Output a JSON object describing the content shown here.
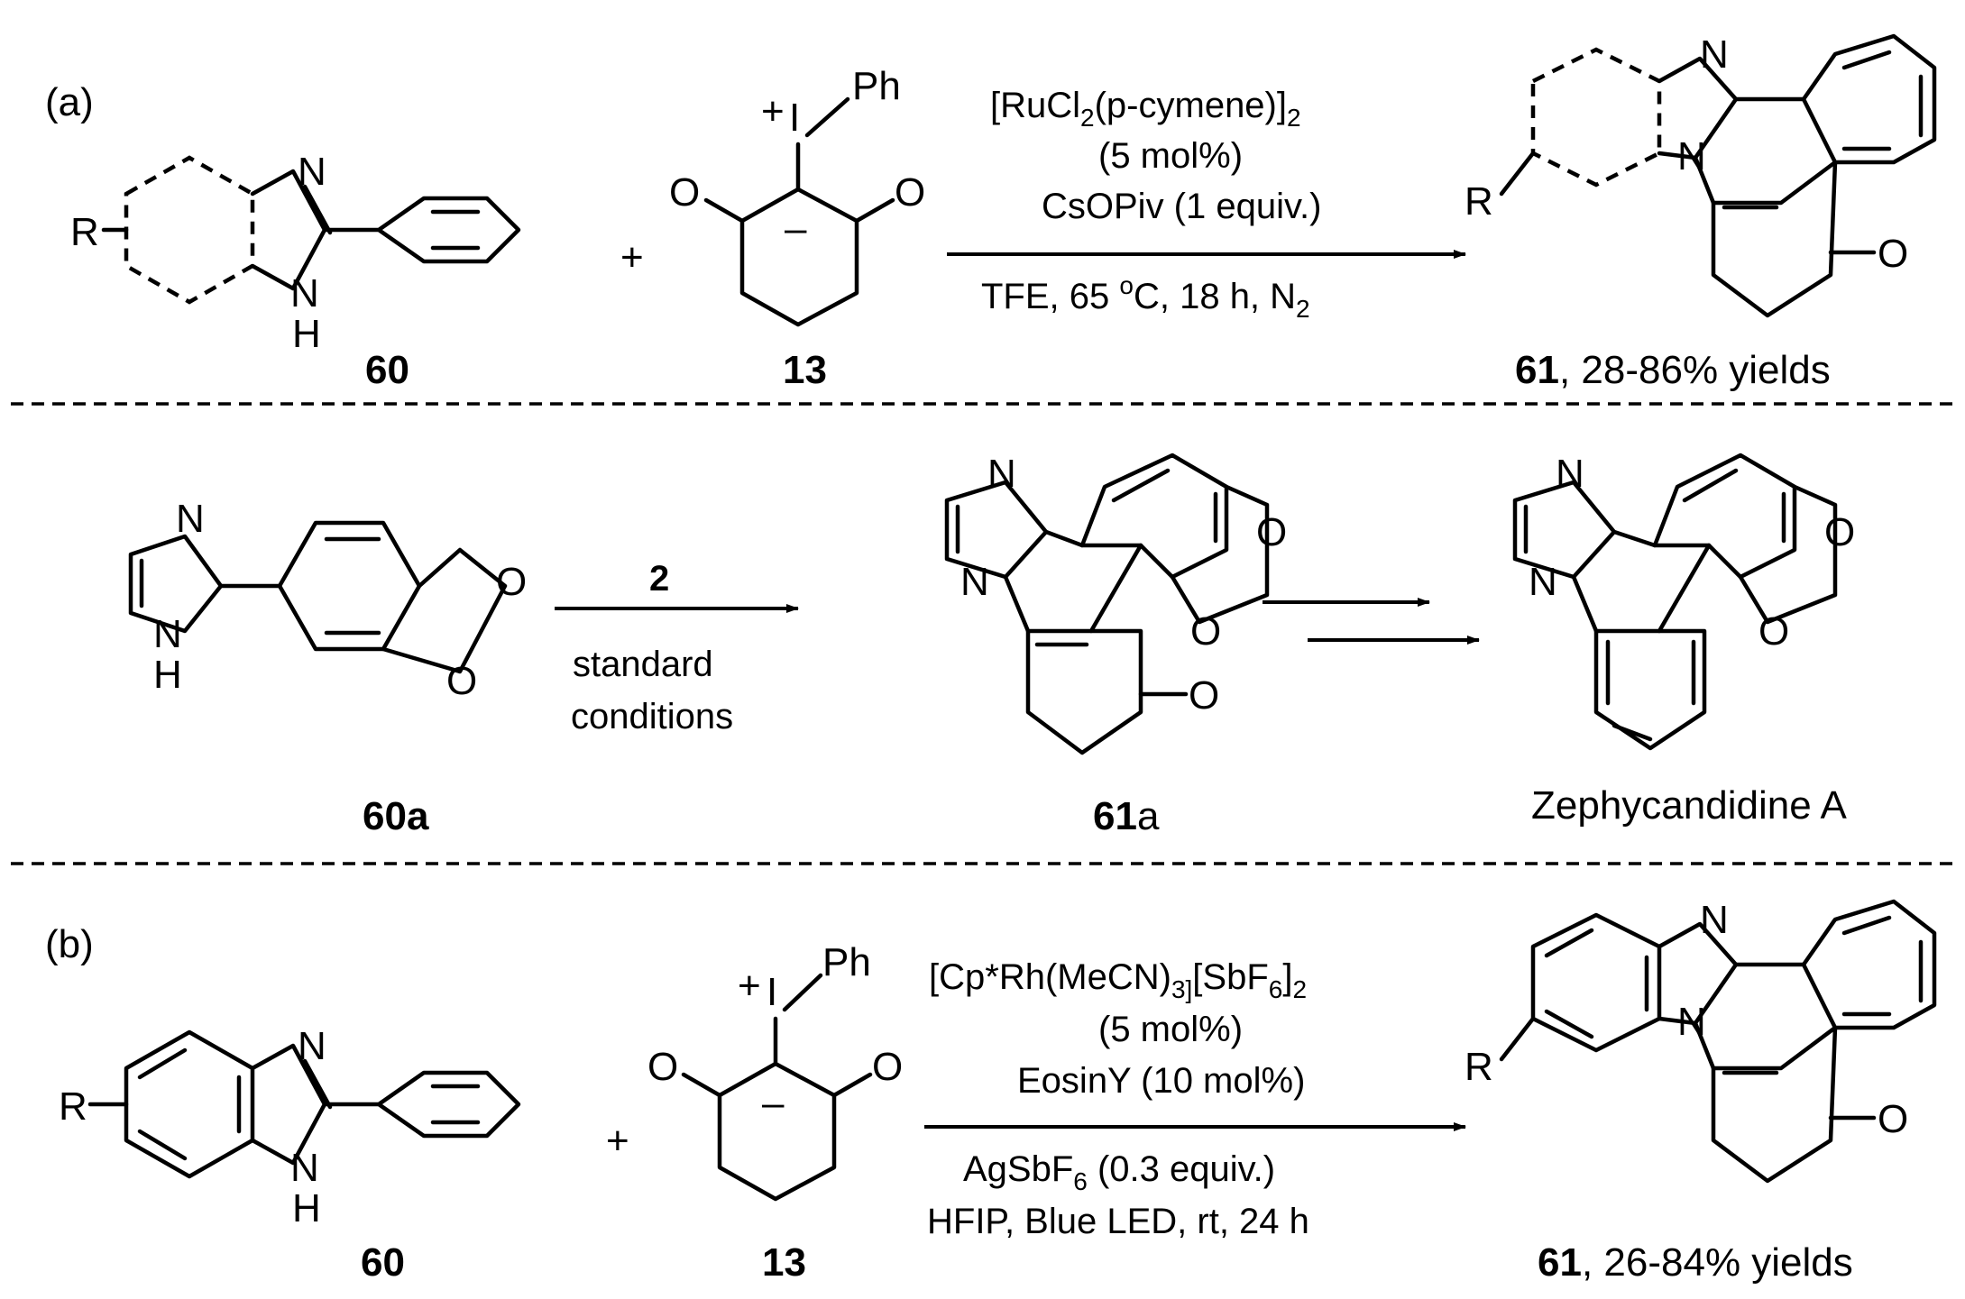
{
  "section_a": {
    "tag": "(a)",
    "reactant1_label": "60",
    "reactant2_label": "13",
    "plus": "+",
    "conditions": {
      "catalyst": "[RuCl",
      "catalyst_sub": "2",
      "catalyst_tail": "(p-cymene)]",
      "catalyst_tail_sub": "2",
      "loading": "(5 mol%)",
      "additive": "CsOPiv (1 equiv.)",
      "solvent": "TFE, 65 ",
      "temp_sup": "o",
      "solvent_tail": "C, 18 h, N",
      "solvent_tail_sub": "2"
    },
    "product_label": "61",
    "product_yield": ", 28-86% yields"
  },
  "section_mid": {
    "substrate_label": "60a",
    "reagent": "2",
    "conditions_line1": "standard",
    "conditions_line2": "conditions",
    "intermediate_label": "61",
    "intermediate_suffix": "a",
    "product_label": "Zephycandidine A"
  },
  "section_b": {
    "tag": "(b)",
    "reactant1_label": "60",
    "reactant2_label": "13",
    "plus": "+",
    "conditions": {
      "catalyst": "[Cp*Rh(MeCN)",
      "catalyst_sub": "3]",
      "catalyst_tail": "[SbF",
      "catalyst_tail_sub": "6",
      "catalyst_end": "]",
      "catalyst_end_sub": "2",
      "loading": "(5 mol%)",
      "photocat": "EosinY (10 mol%)",
      "additive": "AgSbF",
      "additive_sub": "6",
      "additive_tail": " (0.3 equiv.)",
      "solvent": "HFIP, Blue LED, rt, 24 h"
    },
    "product_label": "61",
    "product_yield": ", 26-84% yields"
  },
  "atoms": {
    "N": "N",
    "H": "H",
    "O": "O",
    "R": "R",
    "I": "I",
    "Ph": "Ph",
    "plus": "+",
    "minus": "–"
  }
}
